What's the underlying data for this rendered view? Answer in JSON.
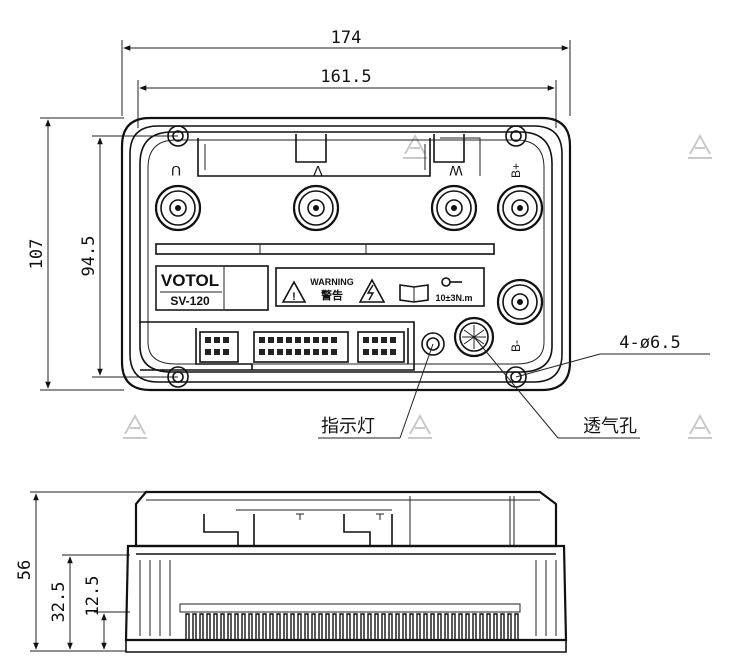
{
  "dimensions": {
    "overall_width": "174",
    "hole_spacing_width": "161.5",
    "overall_height": "107",
    "hole_spacing_height": "94.5",
    "mounting_holes": "4-ø6.5",
    "side_height": "56",
    "side_mid_height": "32.5",
    "side_fin_height": "12.5"
  },
  "terminals": {
    "u": "U",
    "v": "V",
    "w": "W",
    "b_plus": "B+",
    "b_minus": "B-"
  },
  "labels": {
    "brand": "VOTOL",
    "model": "SV-120",
    "warning_en": "WARNING",
    "warning_cn": "警告",
    "torque": "10±3N.m",
    "indicator_light": "指示灯",
    "vent_hole": "透气孔"
  }
}
